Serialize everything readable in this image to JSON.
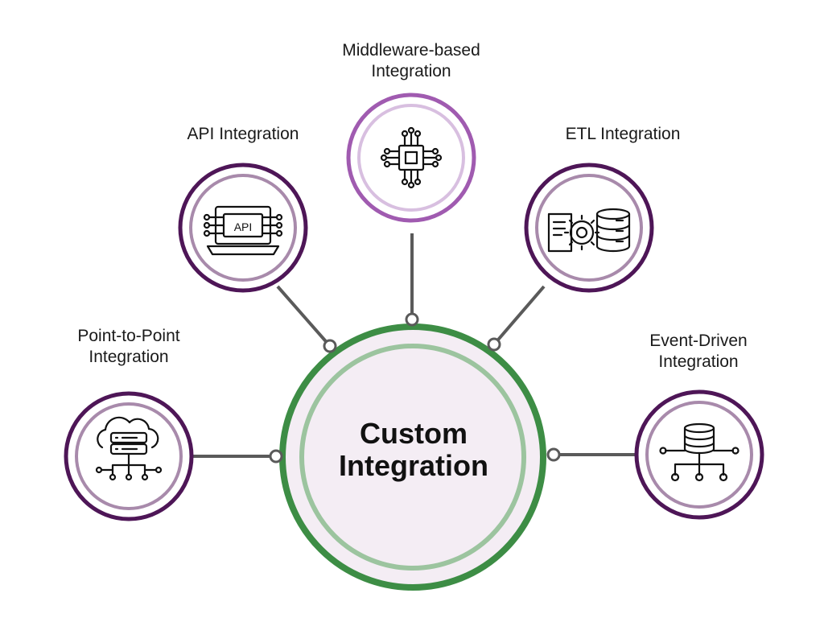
{
  "diagram": {
    "center": {
      "title": "Custom\nIntegration"
    },
    "nodes": [
      {
        "id": "point-to-point",
        "label": "Point-to-Point\nIntegration",
        "icon": "cloud-server-network-icon"
      },
      {
        "id": "api",
        "label": "API Integration",
        "icon": "api-laptop-icon",
        "icon_text": "API"
      },
      {
        "id": "middleware",
        "label": "Middleware-based\nIntegration",
        "icon": "microchip-icon"
      },
      {
        "id": "etl",
        "label": "ETL Integration",
        "icon": "document-gear-database-icon"
      },
      {
        "id": "event-driven",
        "label": "Event-Driven\nIntegration",
        "icon": "database-tree-icon"
      }
    ],
    "colors": {
      "center_outer_ring": "#3d8d45",
      "center_inner_ring": "#9cc49f",
      "center_fill": "#f4edf4",
      "node_outer_ring": "#4e1657",
      "node_inner_ring": "#a88aab",
      "middleware_outer_ring": "#a05bb0",
      "middleware_inner_ring": "#d8bfe0",
      "connector": "#5a5a5a"
    }
  }
}
